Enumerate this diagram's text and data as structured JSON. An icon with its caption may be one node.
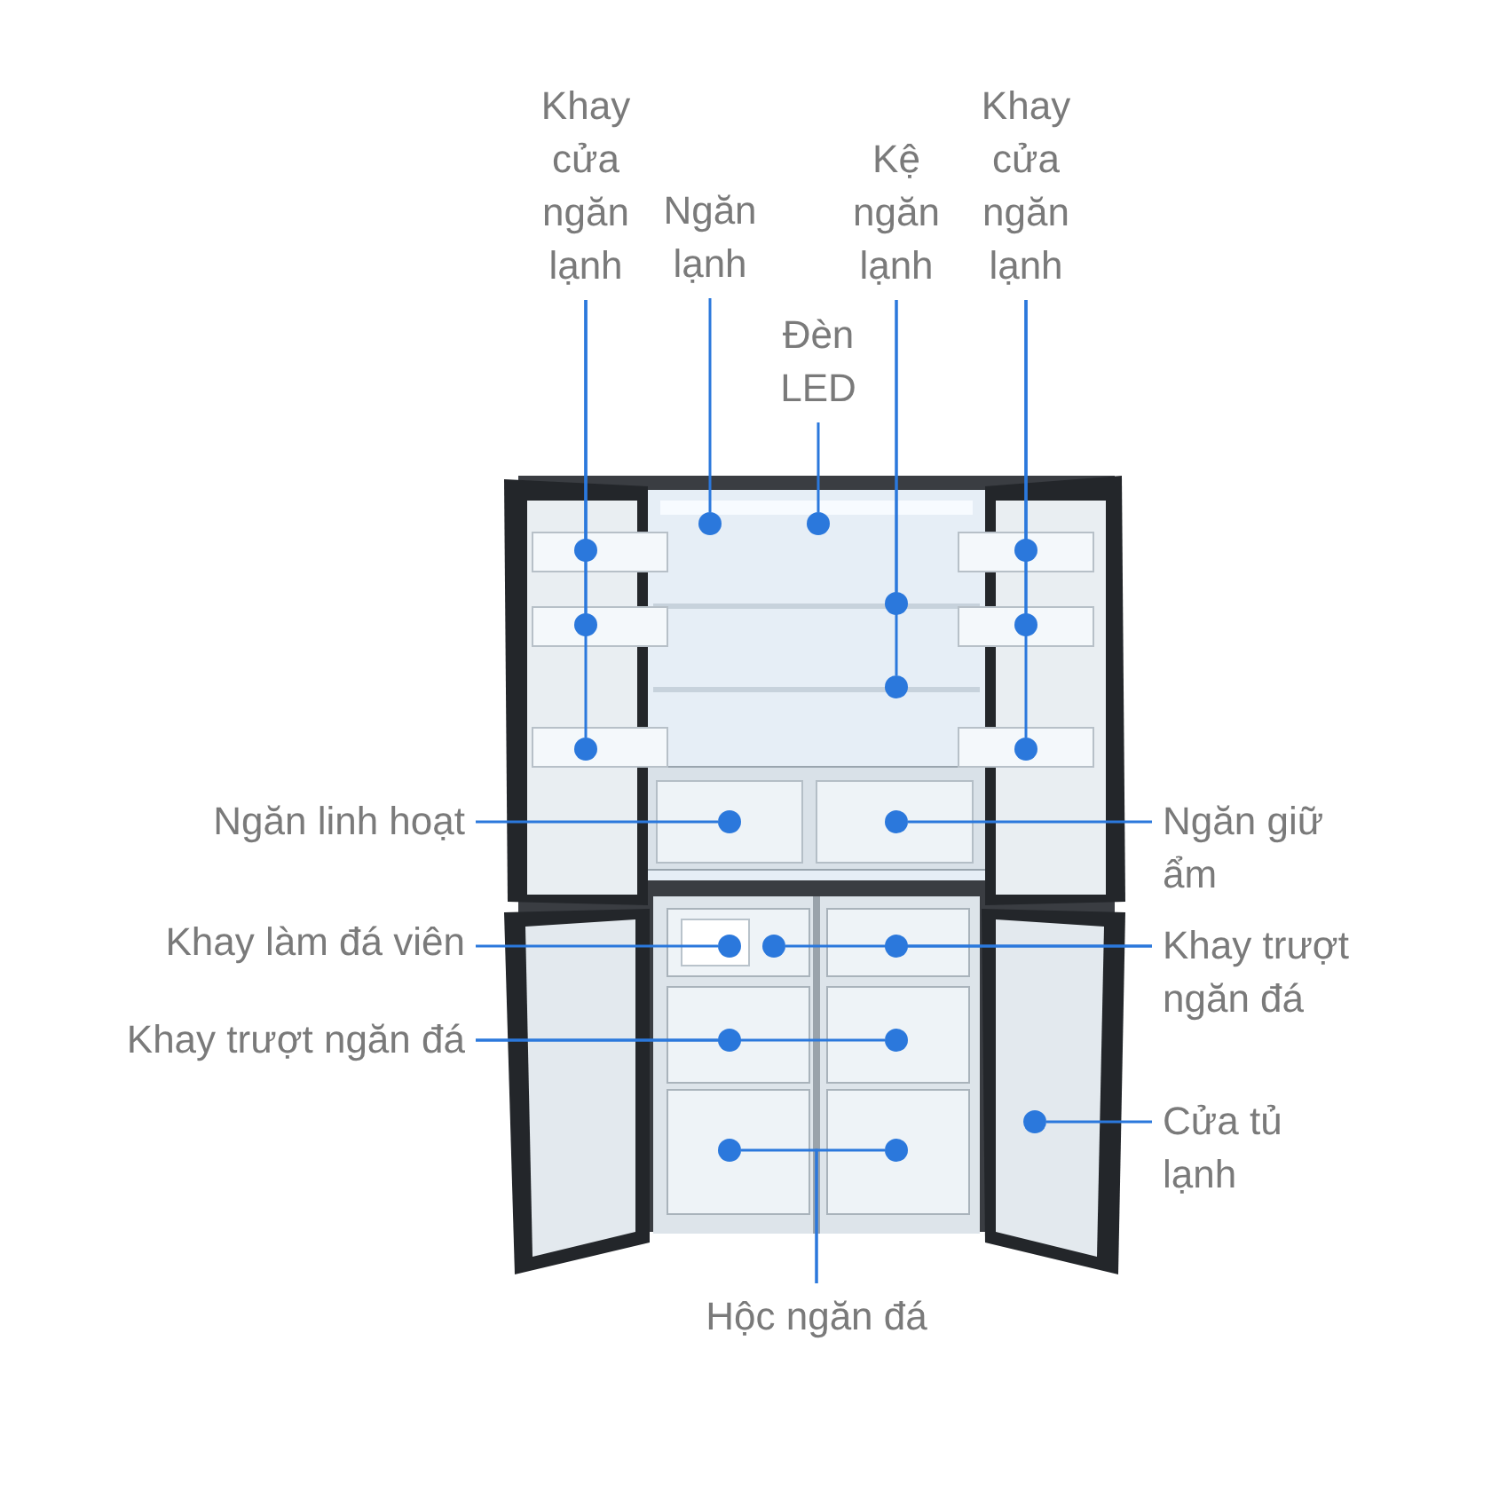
{
  "diagram": {
    "nodes": [
      {
        "text": [
          "Khay cửa ngăn lạnh"
        ]
      },
      {
        "text": [
          "Ngăn lạnh"
        ]
      },
      {
        "text": [
          "Kệ ngăn lạnh"
        ]
      },
      {
        "text": [
          "Khay cửa ngăn lạnh"
        ]
      },
      {
        "text": [
          "Đèn LED"
        ]
      },
      {
        "text": [
          "Ngăn linh hoạt"
        ]
      },
      {
        "text": [
          "Ngăn giữ ẩm"
        ]
      },
      {
        "text": [
          "Khay làm đá viên"
        ]
      },
      {
        "text": [
          "Khay trượt ngăn đá"
        ]
      },
      {
        "text": [
          "Khay trượt ngăn đá"
        ]
      },
      {
        "text": [
          "Cửa tủ lạnh"
        ]
      },
      {
        "text": [
          "Hộc ngăn đá"
        ]
      },
      {
        "text": [],
        "shape": "circle"
      },
      {
        "text": [],
        "shape": "circle"
      },
      {
        "text": [],
        "shape": "circle"
      },
      {
        "text": [],
        "shape": "circle"
      },
      {
        "text": [],
        "shape": "circle"
      },
      {
        "text": [],
        "shape": "circle"
      },
      {
        "text": [],
        "shape": "circle"
      },
      {
        "text": [],
        "shape": "circle"
      },
      {
        "text": [],
        "shape": "circle"
      },
      {
        "text": [],
        "shape": "circle"
      },
      {
        "text": [],
        "shape": "circle"
      },
      {
        "text": [],
        "shape": "circle"
      },
      {
        "text": [],
        "shape": "circle"
      },
      {
        "text": [],
        "shape": "circle"
      },
      {
        "text": [],
        "shape": "circle"
      },
      {
        "text": [],
        "shape": "circle"
      },
      {
        "text": [],
        "shape": "circle"
      },
      {
        "text": [],
        "shape": "circle"
      },
      {
        "text": [],
        "shape": "circle"
      },
      {
        "text": [],
        "shape": "circle"
      }
    ],
    "edges": [
      {
        "from": 0,
        "to": 12,
        "arrow": "none"
      },
      {
        "from": 0,
        "to": 13,
        "arrow": "none"
      },
      {
        "from": 0,
        "to": 14,
        "arrow": "none"
      },
      {
        "from": 1,
        "to": 15,
        "arrow": "none"
      },
      {
        "from": 2,
        "to": 16,
        "arrow": "none"
      },
      {
        "from": 2,
        "to": 17,
        "arrow": "none"
      },
      {
        "from": 3,
        "to": 18,
        "arrow": "none"
      },
      {
        "from": 3,
        "to": 19,
        "arrow": "none"
      },
      {
        "from": 3,
        "to": 20,
        "arrow": "none"
      },
      {
        "from": 4,
        "to": 21,
        "arrow": "none"
      },
      {
        "from": 5,
        "to": 22,
        "arrow": "none"
      },
      {
        "from": 6,
        "to": 23,
        "arrow": "none"
      },
      {
        "from": 7,
        "to": 24,
        "arrow": "none"
      },
      {
        "from": 8,
        "to": 25,
        "arrow": "none"
      },
      {
        "from": 8,
        "to": 26,
        "arrow": "none"
      },
      {
        "from": 9,
        "to": 27,
        "arrow": "none"
      },
      {
        "from": 9,
        "to": 28,
        "arrow": "none"
      },
      {
        "from": 10,
        "to": 29,
        "arrow": "none"
      },
      {
        "from": 11,
        "to": 30,
        "arrow": "none"
      },
      {
        "from": 11,
        "to": 31,
        "arrow": "none"
      }
    ]
  }
}
